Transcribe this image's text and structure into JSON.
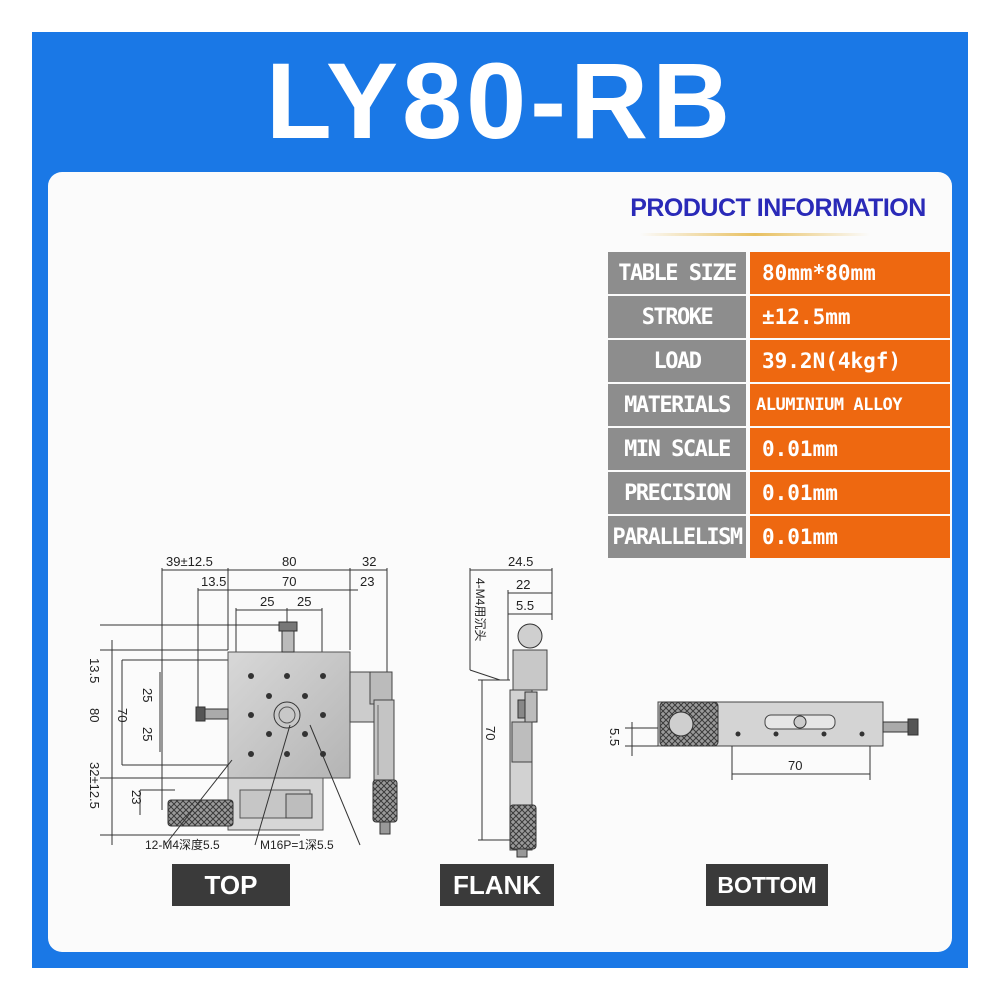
{
  "title": "LY80-RB",
  "info": {
    "heading": "PRODUCT INFORMATION",
    "rows": [
      {
        "label": "TABLE SIZE",
        "value": "80mm*80mm"
      },
      {
        "label": "STROKE",
        "value": "±12.5mm"
      },
      {
        "label": "LOAD",
        "value": "39.2N(4kgf)"
      },
      {
        "label": "MATERIALS",
        "value": "ALUMINIUM ALLOY"
      },
      {
        "label": "MIN SCALE",
        "value": "0.01mm"
      },
      {
        "label": "PRECISION",
        "value": "0.01mm"
      },
      {
        "label": "PARALLELISM",
        "value": "0.01mm"
      }
    ]
  },
  "views": {
    "top": "TOP",
    "flank": "FLANK",
    "bottom": "BOTTOM"
  },
  "dims": {
    "top": {
      "d39": "39±12.5",
      "d80": "80",
      "d32": "32",
      "d13_5": "13.5",
      "d70": "70",
      "d23": "23",
      "d25a": "25",
      "d25b": "25",
      "left13_5": "13.5",
      "left80": "80",
      "left70": "70",
      "left25a": "25",
      "left25b": "25",
      "left32": "32±12.5",
      "left23": "23",
      "note1": "12-M4深度5.5",
      "note2": "M16P=1深5.5"
    },
    "flank": {
      "d24_5": "24.5",
      "d22": "22",
      "d5_5": "5.5",
      "note": "4-M4用沉头",
      "d70": "70"
    },
    "bottom": {
      "d5_5": "5.5",
      "d70": "70"
    }
  }
}
